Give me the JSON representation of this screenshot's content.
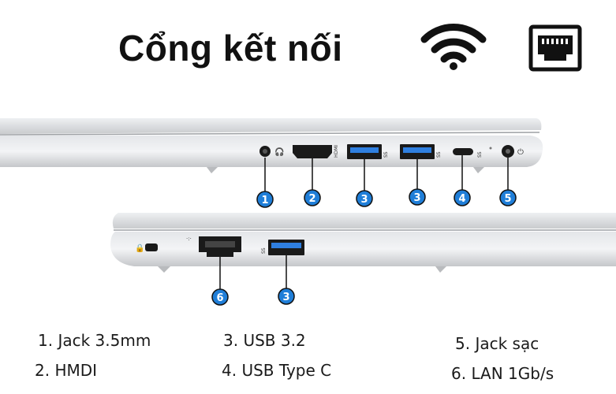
{
  "title": "Cổng kết nối",
  "header_icons": [
    "wifi-icon",
    "ethernet-lan-icon"
  ],
  "badges": {
    "top": [
      "1",
      "2",
      "3",
      "3",
      "4",
      "5"
    ],
    "bottom": [
      "6",
      "3"
    ]
  },
  "port_labels": {
    "hdmi": "HDMI",
    "ss_usb_1": "SS",
    "ss_usb_2": "SS",
    "ss_typec": "SS"
  },
  "legend": [
    "1. Jack 3.5mm",
    "2. HMDI",
    "3. USB 3.2",
    "4. USB Type C",
    "5. Jack sạc",
    "6. LAN 1Gb/s"
  ],
  "colors": {
    "badge": "#1f7ed8",
    "laptop_body": "#d6d8db",
    "port": "#1a1a1a",
    "usb_blue": "#2f7fe0"
  }
}
